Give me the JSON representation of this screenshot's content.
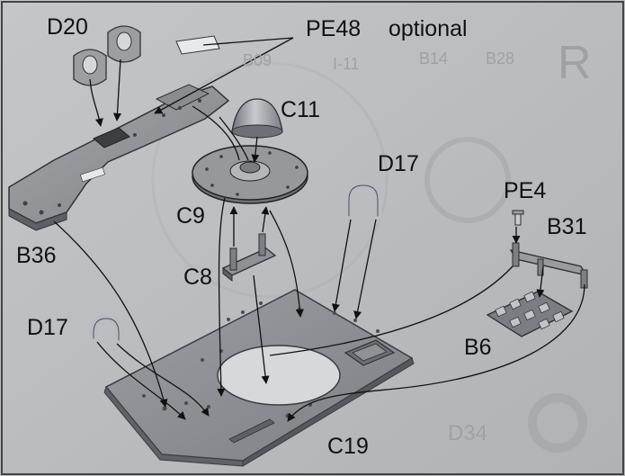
{
  "parts": {
    "d20": "D20",
    "pe48": "PE48",
    "optional": "optional",
    "c11": "C11",
    "d17_top": "D17",
    "pe4": "PE4",
    "b31": "B31",
    "c9": "C9",
    "b36": "B36",
    "c8": "C8",
    "d17_left": "D17",
    "b6": "B6",
    "c19": "C19"
  },
  "background_marks": {
    "r_letter": "R",
    "b28": "B28",
    "b14": "B14",
    "i11": "I-11",
    "b09": "B09",
    "d34": "D34"
  }
}
